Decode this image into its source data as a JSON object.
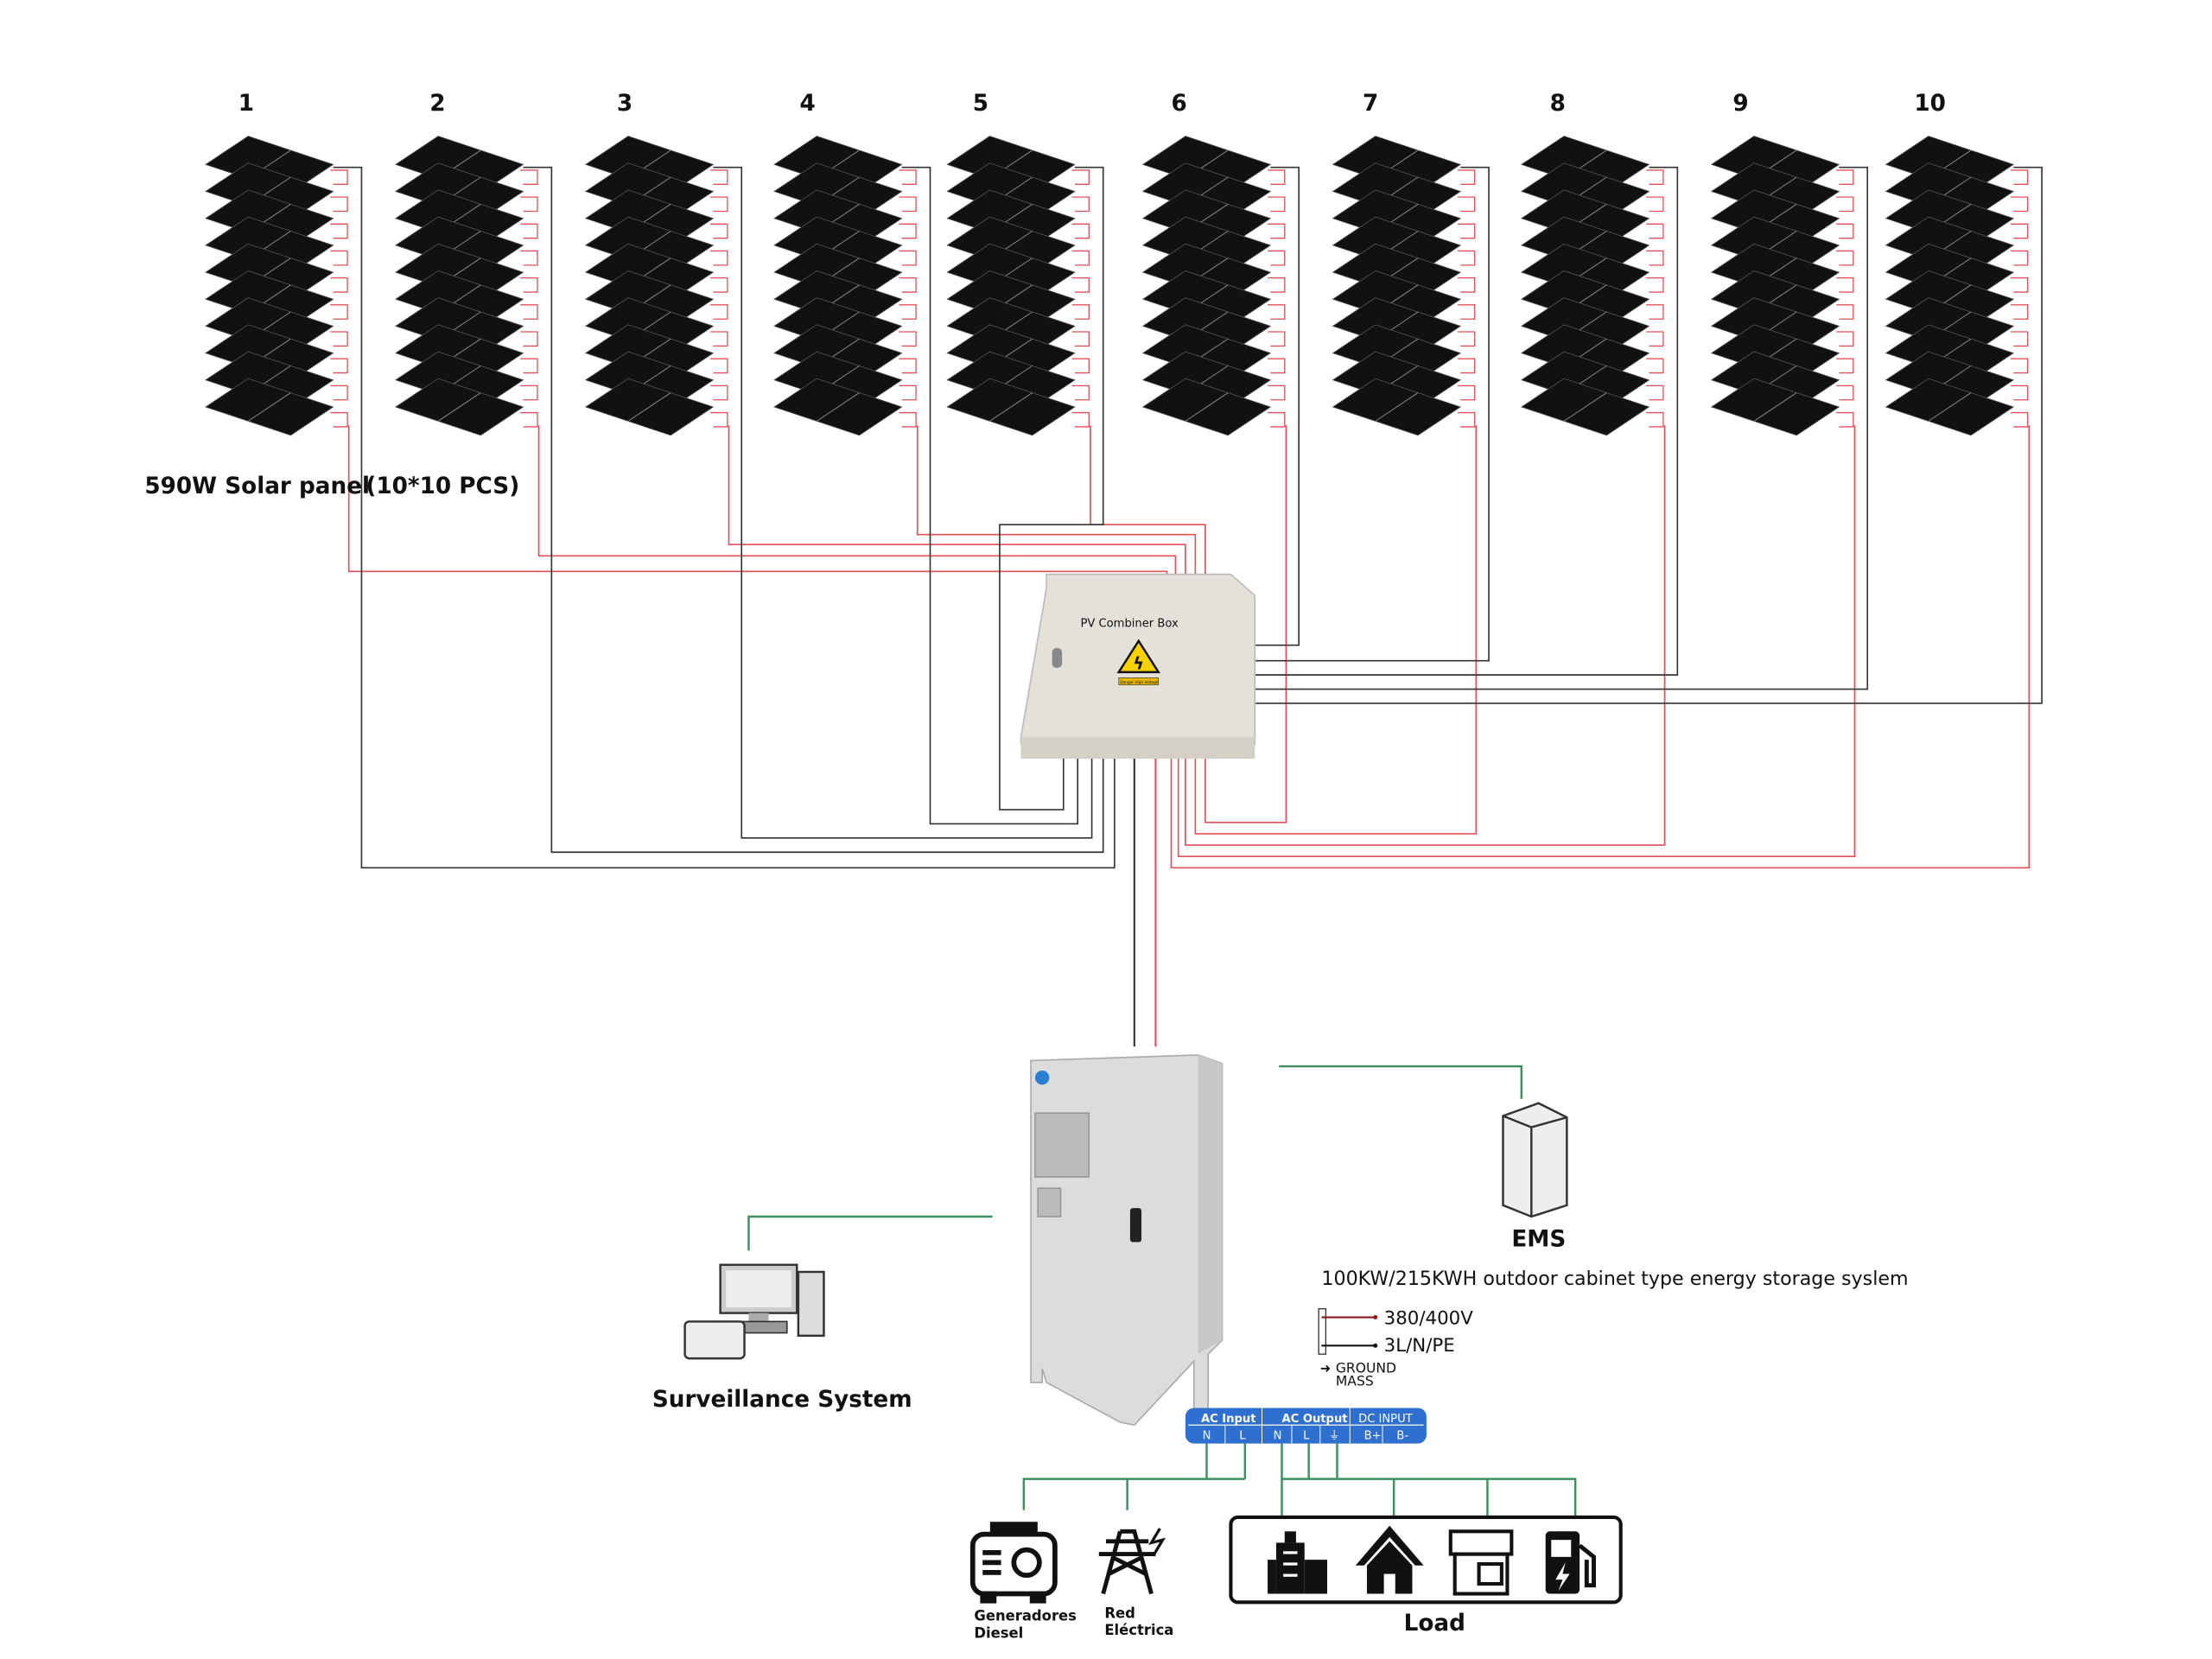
{
  "panel_groups": [
    "1",
    "2",
    "3",
    "4",
    "5",
    "6",
    "7",
    "8",
    "9",
    "10"
  ],
  "panels_per_group": 10,
  "solar_label": "590W Solar panel",
  "solar_count": "(10*10 PCS)",
  "combiner": {
    "title": "PV Combiner Box",
    "warning": "Danger High Voltage"
  },
  "ems": {
    "label": "EMS"
  },
  "system_title": "100KW/215KWH outdoor cabinet type energy storage syslem",
  "grid_spec": {
    "voltage": "380/400V",
    "phases": "3L/N/PE",
    "ground": "GROUND",
    "mass": "MASS"
  },
  "surveillance": {
    "label": "Surveillance System"
  },
  "terminals": {
    "groups": [
      "AC Input",
      "AC Output",
      "DC INPUT"
    ],
    "ac_input": [
      "N",
      "L"
    ],
    "ac_output": [
      "N",
      "L",
      "⏚"
    ],
    "dc_input": [
      "B+",
      "B-"
    ]
  },
  "sources": {
    "generator": [
      "Generadores",
      "Diesel"
    ],
    "grid": [
      "Red",
      "Eléctrica"
    ]
  },
  "load": {
    "label": "Load"
  },
  "colors": {
    "panel": "#111111",
    "red_wire": "#e0505a",
    "black_wire": "#333333",
    "green_wire": "#3f8f5f",
    "terminal_blue": "#2f6fd0"
  }
}
